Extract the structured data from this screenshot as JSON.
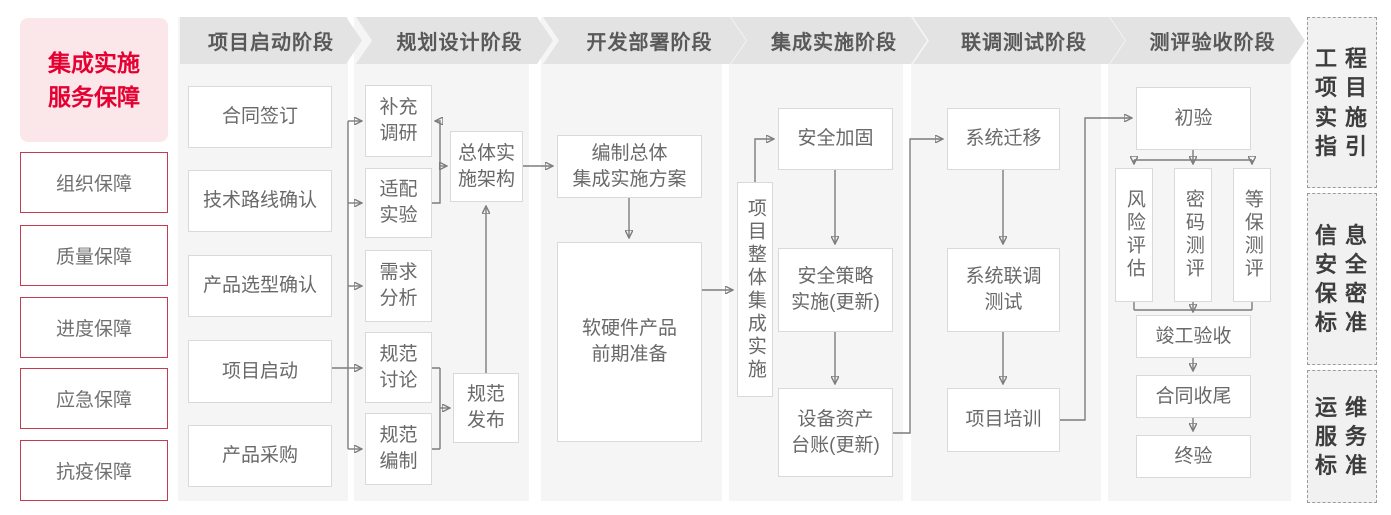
{
  "legend": {
    "title": "集成实施\n服务保障",
    "items": [
      "组织保障",
      "质量保障",
      "进度保障",
      "应急保障",
      "抗疫保障"
    ]
  },
  "phases": [
    {
      "label": "项目启动阶段",
      "boxes": [
        "合同签订",
        "技术路线确认",
        "产品选型确认",
        "项目启动",
        "产品采购"
      ]
    },
    {
      "label": "规划设计阶段",
      "boxes": [
        "补充\n调研",
        "适配\n实验",
        "需求\n分析",
        "规范\n讨论",
        "规范\n编制",
        "总体实\n施架构",
        "规范\n发布"
      ]
    },
    {
      "label": "开发部署阶段",
      "boxes": [
        "编制总体\n集成实施方案",
        "软硬件产品\n前期准备"
      ]
    },
    {
      "label": "集成实施阶段",
      "boxes": [
        "项目整体集成实施",
        "安全加固",
        "安全策略\n实施(更新)",
        "设备资产\n台账(更新)"
      ]
    },
    {
      "label": "联调测试阶段",
      "boxes": [
        "系统迁移",
        "系统联调\n测试",
        "项目培训"
      ]
    },
    {
      "label": "测评验收阶段",
      "boxes": [
        "初验",
        "风险评估",
        "密码测评",
        "等保测评",
        "竣工验收",
        "合同收尾",
        "终验"
      ]
    }
  ],
  "standards": [
    "工程\n项目\n实施\n指引",
    "信息\n安全\n保密\n标准",
    "运维\n服务\n标准"
  ],
  "colors": {
    "accent_red": "#e60032",
    "legend_pink_bg": "#fbe6e9",
    "legend_red_border": "#c43b52",
    "column_bg": "#f5f5f5",
    "phase_banner_bg": "#e3e3e3",
    "phase_text": "#595959",
    "box_border": "#d9d9d9",
    "box_text": "#696969",
    "connector": "#7d7d7d",
    "standards_bg": "#f1f1f1",
    "standards_text": "#3d3d3d"
  }
}
